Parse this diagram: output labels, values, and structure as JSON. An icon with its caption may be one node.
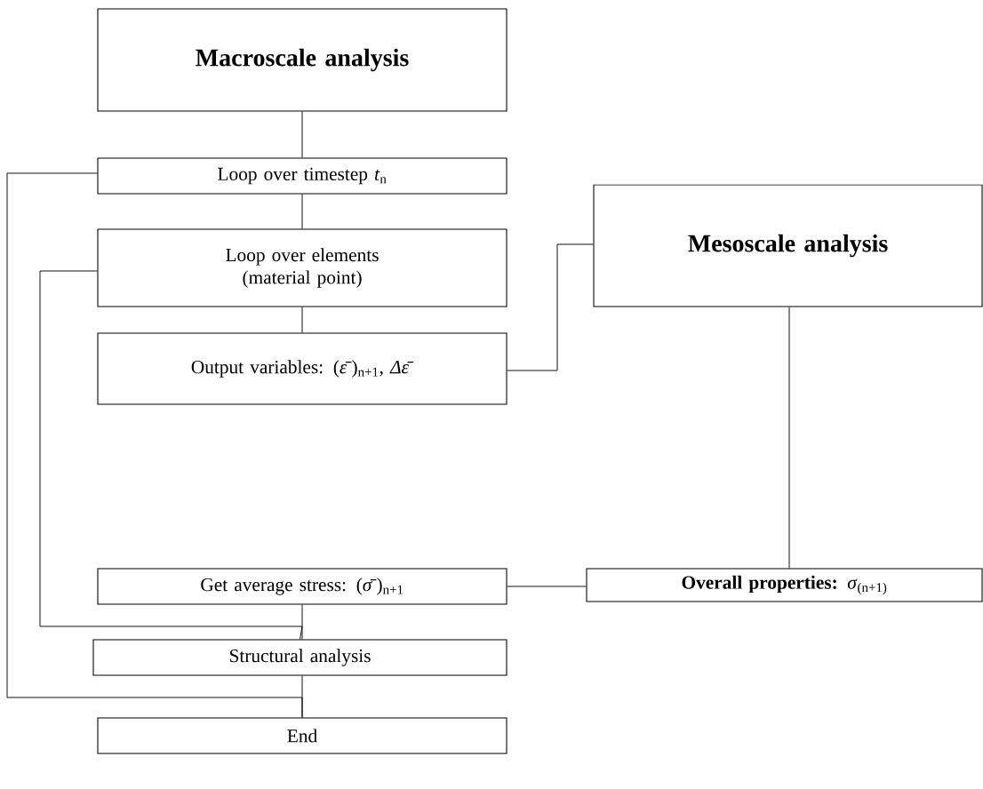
{
  "diagram": {
    "nodes": [
      {
        "text": [
          "Macroscale analysis"
        ]
      },
      {
        "text": [
          "Loop over timestep *t*$_{n}$"
        ]
      },
      {
        "text": [
          "Loop over elements (material point)"
        ]
      },
      {
        "text": [
          "Output variables: (*ε̄*)$_{n+1}$, *Δε̄*"
        ]
      },
      {
        "text": [
          "Mesoscale analysis"
        ]
      },
      {
        "text": [
          "Get average stress: (*σ̄*)$_{n+1}$"
        ]
      },
      {
        "text": [
          "**Overall properties:** *σ*$_{(n+1)}$"
        ]
      },
      {
        "text": [
          "Structural analysis"
        ]
      },
      {
        "text": [
          "End"
        ]
      }
    ],
    "edges": [
      {
        "from": 0,
        "to": 1,
        "arrow": "none"
      },
      {
        "from": 1,
        "to": 2,
        "arrow": "none"
      },
      {
        "from": 2,
        "to": 3,
        "arrow": "none"
      },
      {
        "from": 3,
        "to": 4,
        "arrow": "none"
      },
      {
        "from": 4,
        "to": 6,
        "arrow": "none"
      },
      {
        "from": 5,
        "to": 6,
        "arrow": "none"
      },
      {
        "from": 5,
        "to": 7,
        "arrow": "none"
      },
      {
        "from": 2,
        "to": 7,
        "arrow": "none"
      },
      {
        "from": 7,
        "to": 8,
        "arrow": "none"
      },
      {
        "from": 1,
        "to": 8,
        "arrow": "none"
      }
    ]
  }
}
